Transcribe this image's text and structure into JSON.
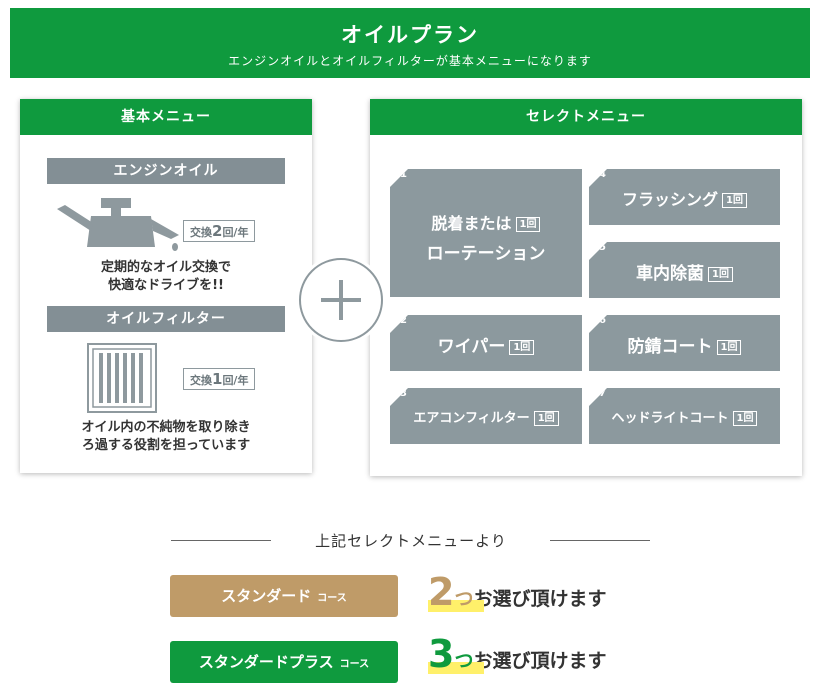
{
  "banner": {
    "title": "オイルプラン",
    "subtitle": "エンジンオイルとオイルフィルターが基本メニューになります"
  },
  "basic_menu": {
    "title": "基本メニュー",
    "engine_oil": {
      "heading": "エンジンオイル",
      "badge_prefix": "交換",
      "badge_count": "2",
      "badge_suffix": "回/年",
      "description": "定期的なオイル交換で\n快適なドライブを!!"
    },
    "oil_filter": {
      "heading": "オイルフィルター",
      "badge_prefix": "交換",
      "badge_count": "1",
      "badge_suffix": "回/年",
      "description": "オイル内の不純物を取り除き\nろ過する役割を担っています"
    }
  },
  "select_menu": {
    "title": "セレクトメニュー",
    "once_label": "1回",
    "items": [
      {
        "num": "01",
        "line1": "脱着または",
        "line2": "ローテーション"
      },
      {
        "num": "02",
        "label": "ワイパー"
      },
      {
        "num": "03",
        "label": "エアコンフィルター"
      },
      {
        "num": "04",
        "label": "フラッシング"
      },
      {
        "num": "05",
        "label": "車内除菌"
      },
      {
        "num": "06",
        "label": "防錆コート"
      },
      {
        "num": "07",
        "label": "ヘッドライトコート"
      }
    ]
  },
  "bottom": {
    "title": "上記セレクトメニューより",
    "courses": [
      {
        "name": "スタンダード",
        "suffix": "コース",
        "count": "2",
        "tsu": "つ",
        "text": "お選び頂けます",
        "color": "#bf9b68"
      },
      {
        "name": "スタンダードプラス",
        "suffix": "コース",
        "count": "3",
        "tsu": "つ",
        "text": "お選び頂けます",
        "color": "#0f9a3e"
      }
    ]
  },
  "colors": {
    "brand_green": "#0f9a3e",
    "tile_gray": "#8c999e",
    "gold": "#bf9b68",
    "highlight_yellow": "#fff06a"
  },
  "icons": [
    "oil-can-icon",
    "oil-filter-icon",
    "plus-icon"
  ]
}
